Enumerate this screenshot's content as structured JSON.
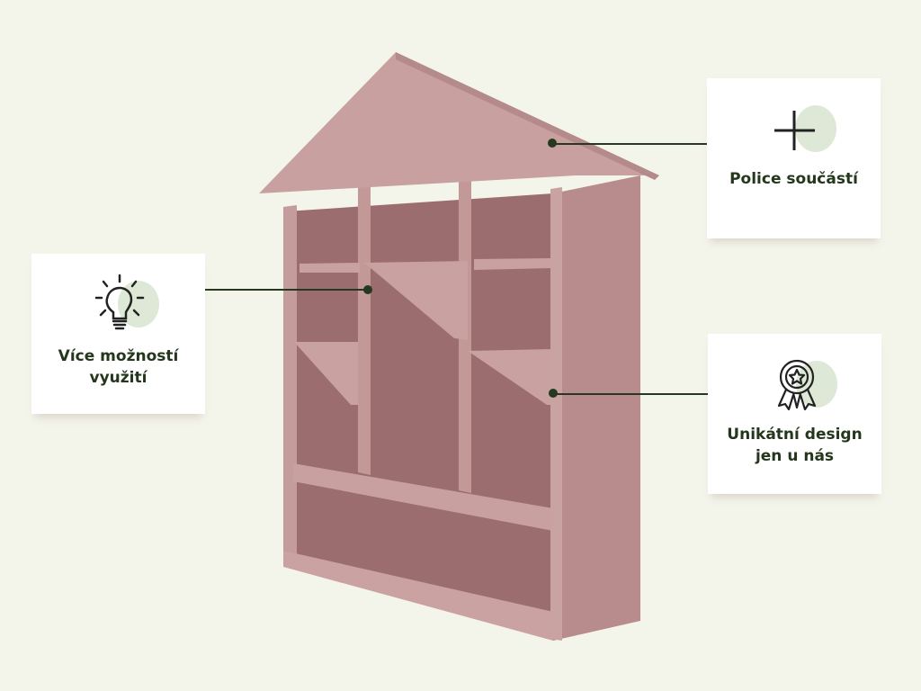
{
  "callouts": {
    "shelves": {
      "label": "Police součástí",
      "icon": "plus-icon"
    },
    "versatile": {
      "label_line1": "Více možností",
      "label_line2": "využití",
      "icon": "lightbulb-icon"
    },
    "unique": {
      "label_line1": "Unikátní design",
      "label_line2": "jen u nás",
      "icon": "award-ribbon-icon"
    }
  },
  "colors": {
    "background": "#f3f4ea",
    "text": "#24361c",
    "accent_blob": "#dde8d6",
    "shelf": "#c39a99"
  }
}
